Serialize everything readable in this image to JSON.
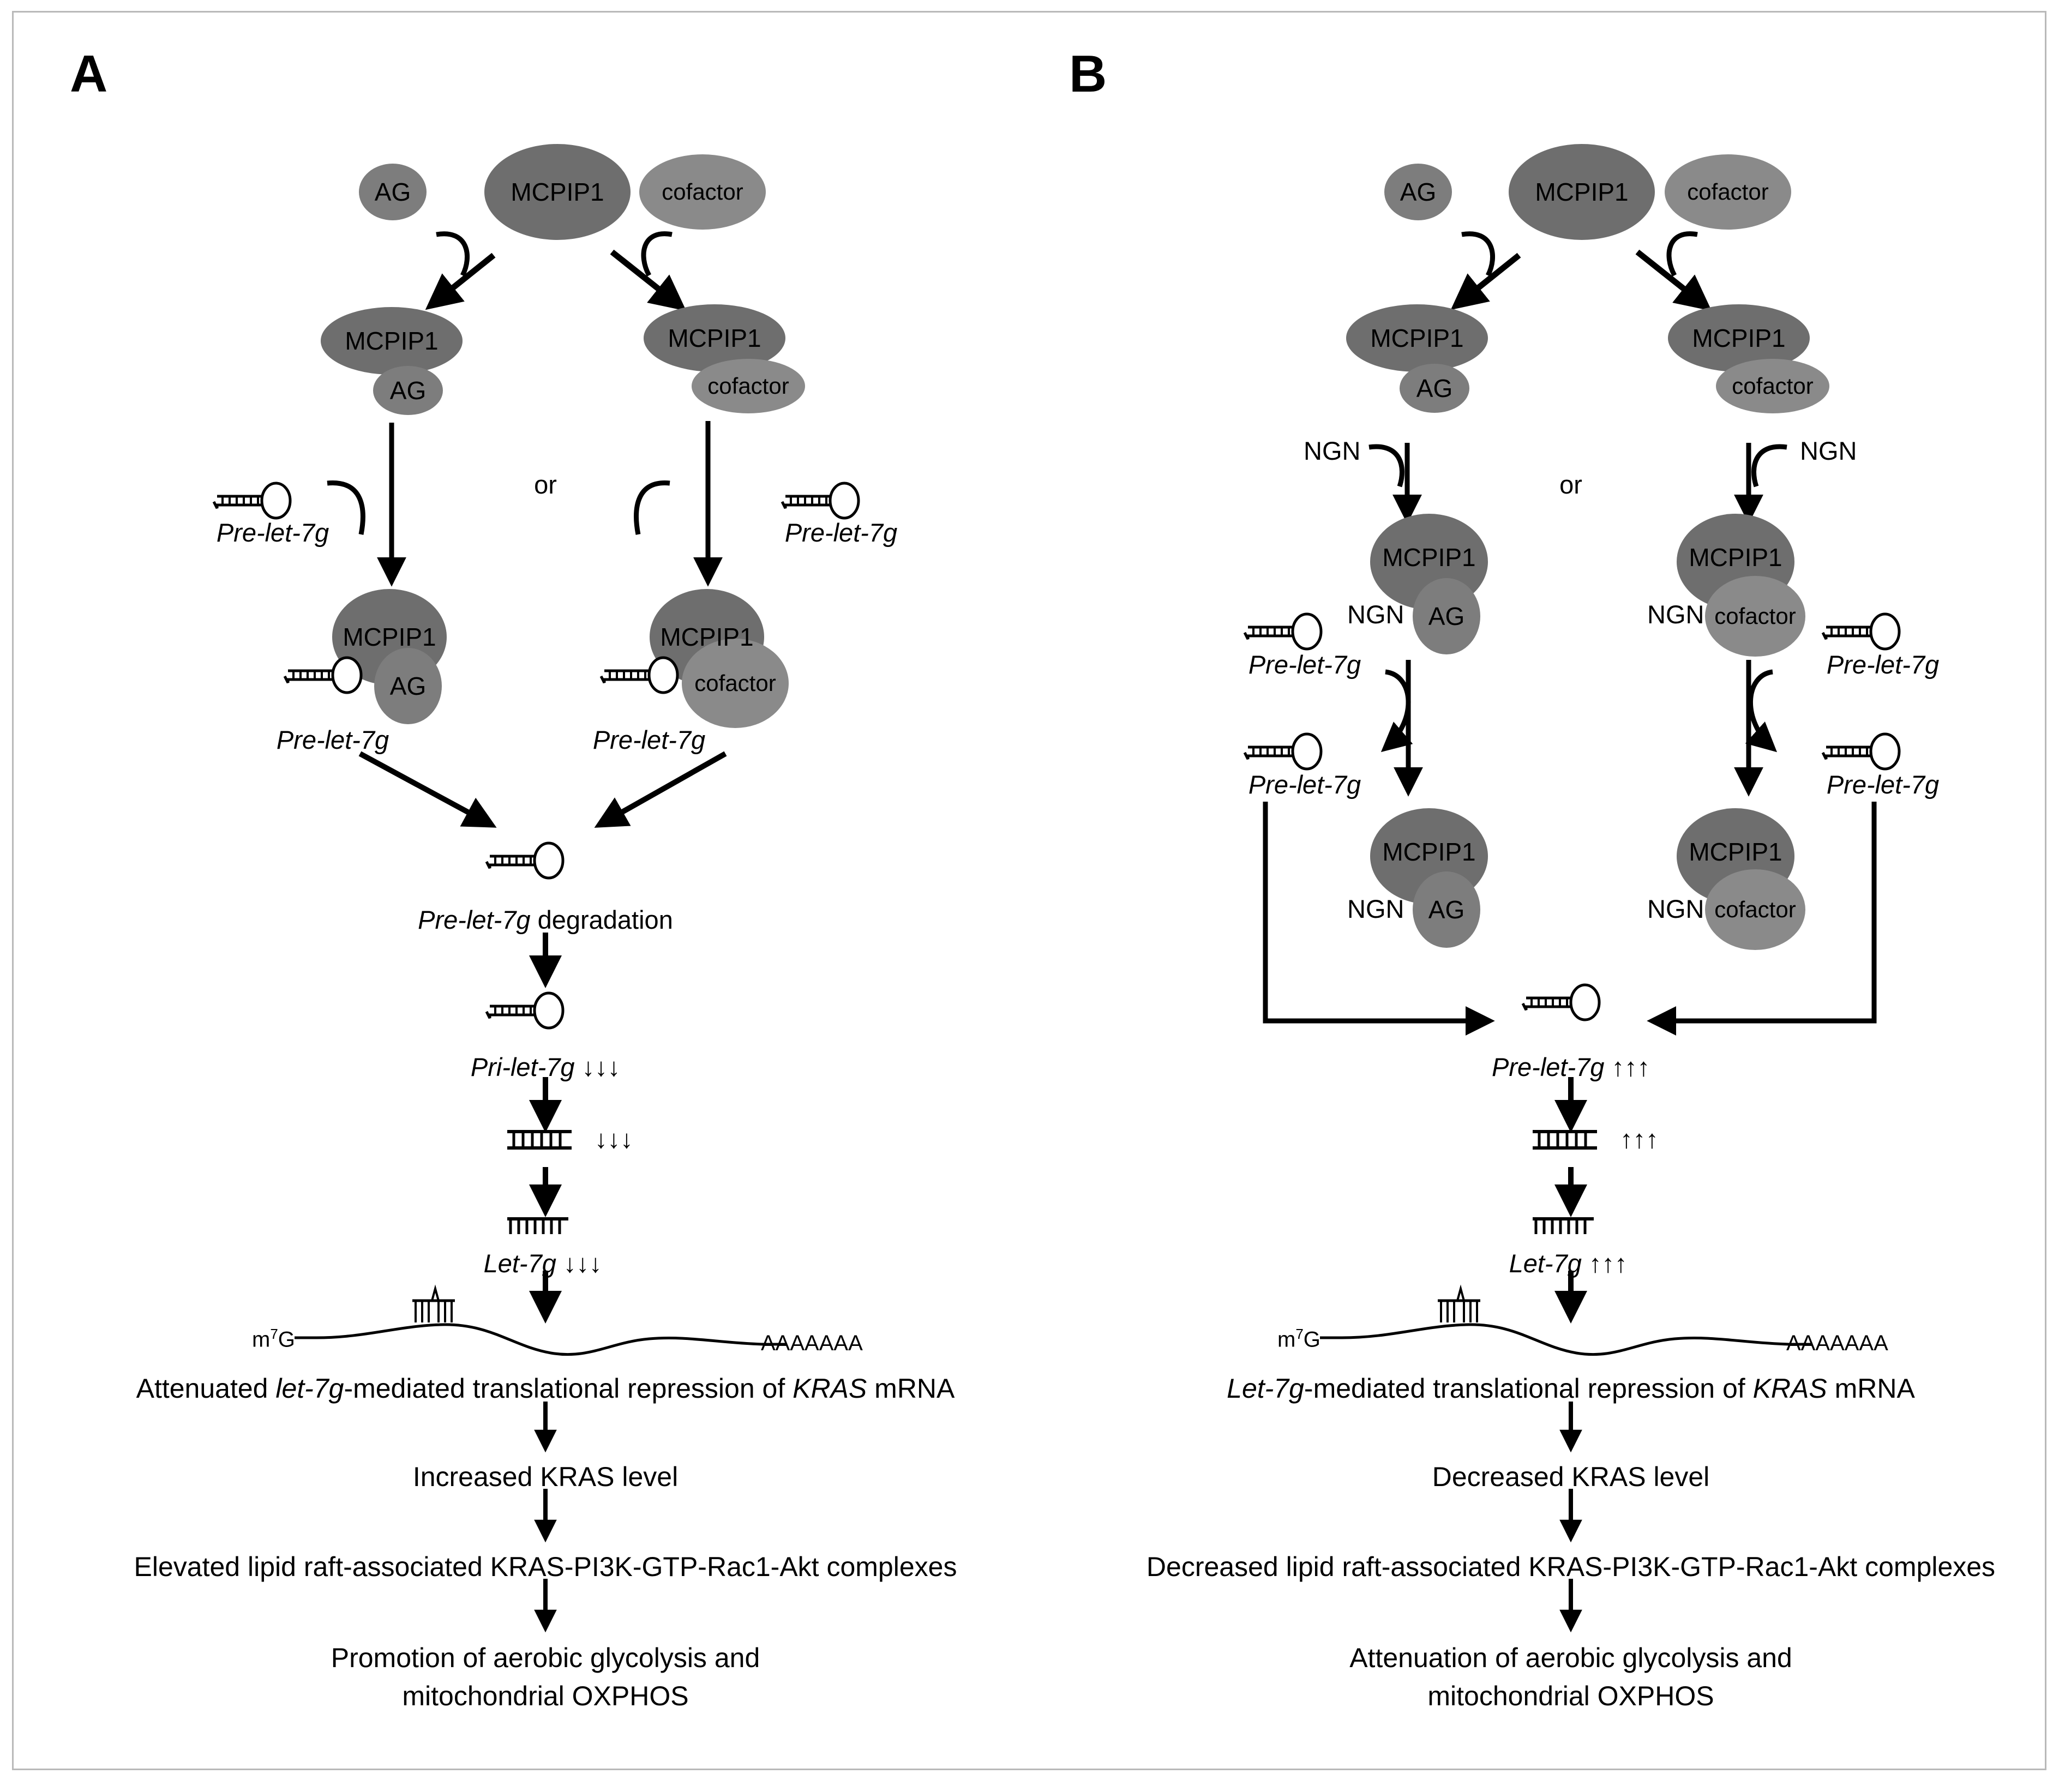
{
  "figure": {
    "panels": [
      {
        "id": "A",
        "letter": "A",
        "or_label": "or",
        "nodes": {
          "ag": "AG",
          "mcpip1": "MCPIP1",
          "cofactor": "cofactor",
          "pre_let_7g": "Pre-let-7g",
          "pre_let_7g_degradation_italic": "Pre-let-7g",
          "pre_let_7g_degradation_rest": " degradation",
          "pri_let_7g": "Pri-let-7g",
          "pri_let_7g_arrows": "↓↓↓",
          "duplex_arrows": "↓↓↓",
          "let_7g": "Let-7g",
          "let_7g_arrows": "↓↓↓",
          "m7g": "m7G",
          "m7g_super": "7",
          "poly_a": "AAAAAAA"
        },
        "steps": [
          "Attenuated let-7g-mediated translational repression of KRAS mRNA",
          "Increased KRAS level",
          "Elevated lipid raft-associated KRAS-PI3K-GTP-Rac1-Akt complexes",
          "Promotion of aerobic glycolysis and",
          "mitochondrial OXPHOS"
        ],
        "step1_parts": {
          "pre": "Attenuated ",
          "italic1": "let-7g",
          "mid": "-mediated translational repression of ",
          "italic2": "KRAS",
          "post": " mRNA"
        }
      },
      {
        "id": "B",
        "letter": "B",
        "or_label": "or",
        "nodes": {
          "ag": "AG",
          "mcpip1": "MCPIP1",
          "cofactor": "cofactor",
          "ngn": "NGN",
          "pre_let_7g": "Pre-let-7g",
          "pre_let_7g_up": "Pre-let-7g",
          "pre_let_7g_up_arrows": "↑↑↑",
          "duplex_arrows": "↑↑↑",
          "let_7g": "Let-7g",
          "let_7g_arrows": "↑↑↑",
          "m7g": "m7G",
          "m7g_super": "7",
          "poly_a": "AAAAAAA"
        },
        "steps": [
          "Let-7g-mediated translational repression of KRAS mRNA",
          "Decreased KRAS level",
          "Decreased lipid raft-associated KRAS-PI3K-GTP-Rac1-Akt complexes",
          "Attenuation of aerobic glycolysis and",
          "mitochondrial OXPHOS"
        ],
        "step1_parts": {
          "pre": "",
          "italic1": "Let-7g",
          "mid": "-mediated translational repression of ",
          "italic2": "KRAS",
          "post": " mRNA"
        }
      }
    ],
    "colors": {
      "ellipse_dark": "#6e6e6e",
      "ellipse_mid": "#7d7d7d",
      "ellipse_light": "#8a8a8a",
      "stroke": "#000000",
      "frame": "#b9b9b9",
      "background": "#ffffff"
    }
  }
}
